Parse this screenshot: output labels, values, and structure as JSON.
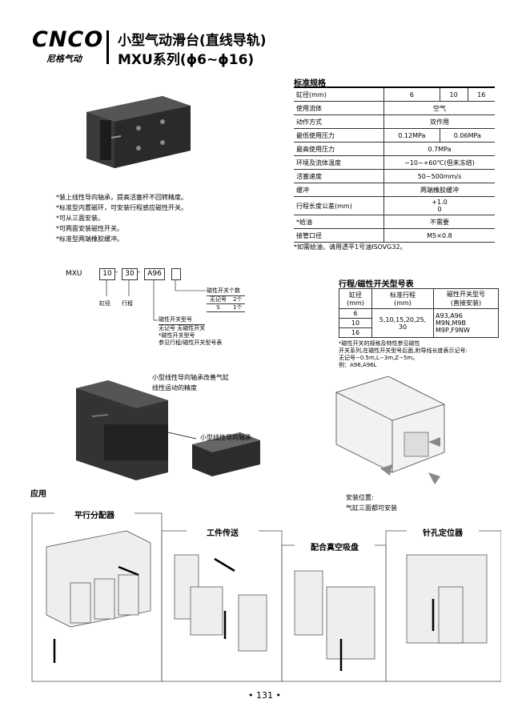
{
  "header": {
    "brand": "CNCO",
    "brand_sub": "尼格气动",
    "title_line1": "小型气动滑台(直线导轨)",
    "title_line2": "MXU系列(ϕ6~ϕ16)"
  },
  "features": [
    "*装上线性导向轴承，提高活塞杆不回转精度。",
    "*标准型内置磁环，可安装行程感应磁性开关。",
    "*可从三面安装。",
    "*可两面安装磁性开关。",
    "*标准型两端橡胶缓冲。"
  ],
  "spec": {
    "title": "标准规格",
    "rows": [
      {
        "label": "缸径(mm)",
        "cells": [
          "6",
          "10",
          "16"
        ]
      },
      {
        "label": "使用流体",
        "cells": [
          "空气"
        ]
      },
      {
        "label": "动作方式",
        "cells": [
          "双作用"
        ]
      },
      {
        "label": "最低使用压力",
        "cells": [
          "0.12MPa",
          "0.06MPa"
        ]
      },
      {
        "label": "最高使用压力",
        "cells": [
          "0.7MPa"
        ]
      },
      {
        "label": "环境及流体温度",
        "cells": [
          "−10~+60℃(但未冻结)"
        ]
      },
      {
        "label": "活塞速度",
        "cells": [
          "50~500mm/s"
        ]
      },
      {
        "label": "缓冲",
        "cells": [
          "两端橡胶缓冲"
        ]
      },
      {
        "label": "行程长度公差(mm)",
        "cells": [
          "+1.0",
          "0"
        ]
      },
      {
        "label": "*给油",
        "cells": [
          "不需要"
        ]
      },
      {
        "label": "接管口径",
        "cells": [
          "M5×0.8"
        ]
      }
    ],
    "footnote": "*如需给油，请用透平1号油ISOVG32。"
  },
  "model_code": {
    "prefix": "MXU",
    "bore": "10",
    "stroke": "30",
    "switch": "A96",
    "label_bore": "缸径",
    "label_stroke": "行程",
    "switch_count_title": "磁性开关个数",
    "count_rows": [
      [
        "无记号",
        "2个"
      ],
      [
        "S",
        "1个"
      ]
    ],
    "switch_type_title": "磁性开关型号",
    "switch_none": "无记号  无磁性开关",
    "switch_note1": "*磁性开关型号",
    "switch_note2": "参见行程/磁性开关型号表"
  },
  "stroke_table": {
    "title": "行程/磁性开关型号表",
    "headers": [
      "缸径\n(mm)",
      "标准行程\n(mm)",
      "磁性开关型号\n(直接安装)"
    ],
    "bores": [
      "6",
      "10",
      "16"
    ],
    "strokes": "5,10,15,20,25,\n30",
    "switches": "A93,A96\nM9N,M9B\nM9P,F9NW",
    "notes": [
      "*磁性开关的规格及特性参见磁性",
      "开关系列,在磁性开关型号后面,附导线长度表示记号:",
      "无记号−0.5m,L−3m,Z−5m。",
      "例：A96,A96L"
    ]
  },
  "bearing": {
    "caption_line1": "小型线性导向轴承改善气缸",
    "caption_line2": "线性运动的精度",
    "label": "小型线性导向轴承"
  },
  "mounting": {
    "label_line1": "安装位置:",
    "label_line2": "气缸三面都可安装"
  },
  "applications": {
    "title": "应用",
    "items": [
      "平行分配器",
      "工件传送",
      "配合真空吸盘",
      "针孔定位器"
    ]
  },
  "page_number": "• 131 •"
}
